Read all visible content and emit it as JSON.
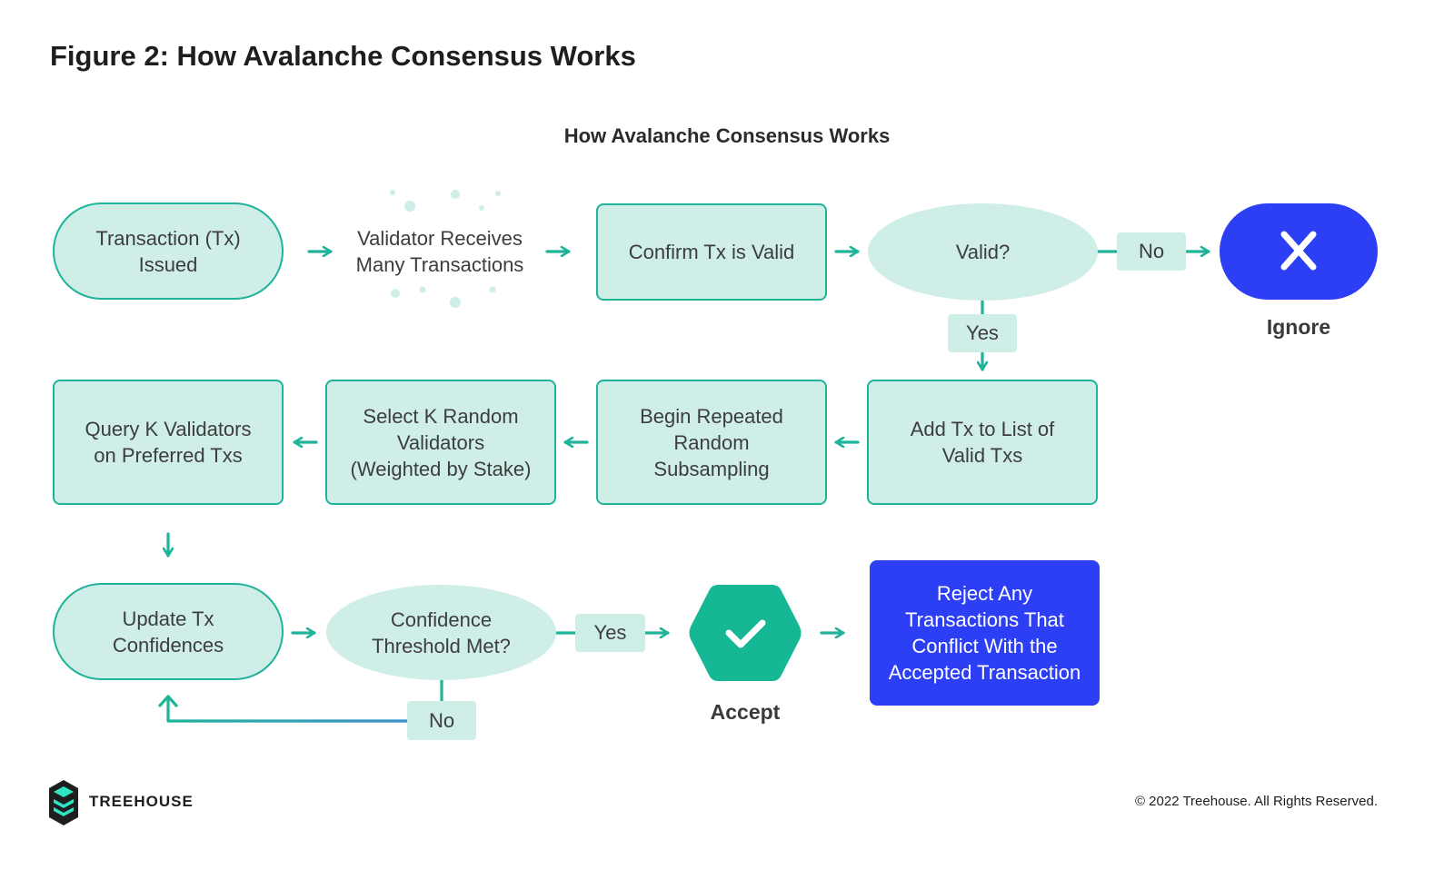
{
  "figure_title": "Figure 2: How Avalanche Consensus Works",
  "diagram_title": "How Avalanche Consensus Works",
  "nodes": {
    "tx_issued": [
      "Transaction (Tx)",
      "Issued"
    ],
    "validator_receives": [
      "Validator Receives",
      "Many Transactions"
    ],
    "confirm_valid": [
      "Confirm Tx is Valid"
    ],
    "valid_q": [
      "Valid?"
    ],
    "add_tx": [
      "Add Tx to List of",
      "Valid Txs"
    ],
    "begin_sampling": [
      "Begin Repeated",
      "Random",
      "Subsampling"
    ],
    "select_k": [
      "Select K Random",
      "Validators",
      "(Weighted by Stake)"
    ],
    "query_k": [
      "Query K Validators",
      "on Preferred Txs"
    ],
    "update_conf": [
      "Update Tx",
      "Confidences"
    ],
    "threshold_q": [
      "Confidence",
      "Threshold Met?"
    ],
    "reject_conflicts": [
      "Reject Any",
      "Transactions That",
      "Conflict With the",
      "Accepted Transaction"
    ]
  },
  "edge_labels": {
    "valid_no": "No",
    "valid_yes": "Yes",
    "threshold_yes": "Yes",
    "threshold_no": "No"
  },
  "outcomes": {
    "ignore": "Ignore",
    "accept": "Accept"
  },
  "icons": {
    "ignore": "close-x-icon",
    "accept": "checkmark-icon",
    "logo": "treehouse-logo-icon"
  },
  "footer": {
    "brand": "TREEHOUSE",
    "copyright": "© 2022 Treehouse. All Rights Reserved."
  },
  "colors": {
    "teal": "#1fb39a",
    "teal_light": "#cfeee8",
    "blue": "#2d3ff5",
    "accept_green": "#16b795"
  }
}
